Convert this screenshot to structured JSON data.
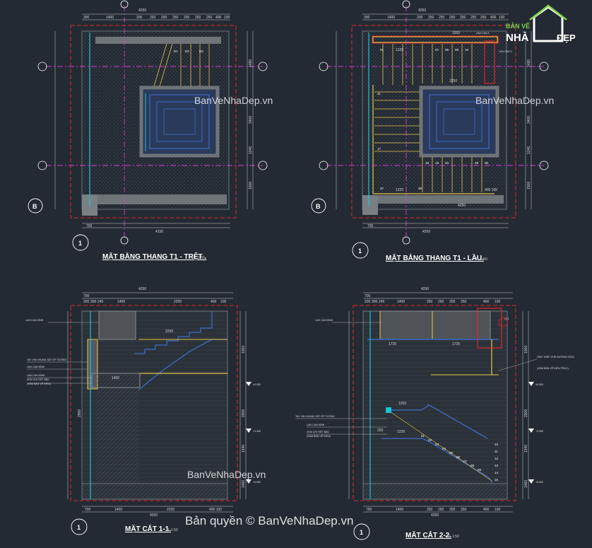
{
  "drawing": {
    "colors": {
      "background": "#232a33",
      "frame": "#e0282d",
      "wall": "#6f7478",
      "axis": "#d63bd6",
      "stair_yellow": "#e7c64a",
      "dim": "#cfcfcf",
      "cyan": "#19c4d4",
      "blue": "#3b6cc6"
    },
    "views": [
      {
        "title": "MẶT BẰNG THANG T1 - TRỆT .",
        "scale": "- TL 1:50",
        "axis_number": "1",
        "axis_letter": "B",
        "dims_top": [
          "300",
          "1400",
          "200",
          "250",
          "250",
          "250",
          "250",
          "250",
          "250",
          "400",
          "100"
        ],
        "overall_top": "4250",
        "overall_bottom": "4150",
        "dim_bottom_left": "700",
        "dims_right": [
          "1480",
          "3400",
          "1240",
          "1500"
        ],
        "step_labels": [
          "D1",
          "D2",
          "D3"
        ]
      },
      {
        "title": "MẶT BẰNG THANG T1 - LẦU.",
        "scale": "- TL 1:50",
        "axis_number": "1",
        "axis_letter": "B",
        "dims_top": [
          "300",
          "1400",
          "200",
          "250",
          "250",
          "250",
          "250",
          "250",
          "250",
          "400",
          "100"
        ],
        "overall_top": "4250",
        "overall_bottom": "4250",
        "dim_bottom_left": "700",
        "dims_right": [
          "1480",
          "3400",
          "1240",
          "1500"
        ],
        "annotations": [
          "LAN CAN 1",
          "LAN CAN 2"
        ],
        "step_labels": [
          "01",
          "07",
          "08",
          "09",
          "10",
          "11",
          "17",
          "18",
          "19",
          "20",
          "29",
          "30",
          "37",
          "38"
        ],
        "inner_dims": [
          "1225",
          "1225",
          "4250",
          "400 100",
          "2250",
          "1920"
        ]
      },
      {
        "title": "MẶT CẮT 1-1.",
        "scale": "- TL 1:50",
        "axis_number": "1",
        "overall_top": "4250",
        "dims_top": [
          "700",
          "200",
          "300",
          "245",
          "1400",
          "2250",
          "400",
          "100"
        ],
        "dims_bottom": [
          "700",
          "1400",
          "2250",
          "400 100"
        ],
        "overall_bottom": "4250",
        "inner_dims": [
          "1400",
          "2250",
          "2900"
        ],
        "dims_right": [
          "1000",
          "2900",
          "1340",
          "1460"
        ],
        "notes": [
          "LAN CAN KÍNH",
          "TAY VỊN KHUNG SẮT ỐP TƯỜNG",
          "LAN CAN KÍNH",
          "LAN CAN KÍNH",
          "XEM CHI TIẾT BẬC",
          "(XEM BẢN VẼ KIẾN)"
        ],
        "levels": [
          "±0.000",
          "+3.300",
          "+6.600"
        ]
      },
      {
        "title": "MẶT CẮT 2-2.",
        "scale": "- TL 1:50",
        "axis_number": "1",
        "overall_top": "4250",
        "dims_top": [
          "700",
          "200",
          "300",
          "245",
          "1400",
          "250",
          "250",
          "250",
          "250",
          "400",
          "100"
        ],
        "dims_bottom": [
          "700",
          "1400",
          "250",
          "250",
          "250",
          "250",
          "400",
          "100"
        ],
        "overall_bottom": "4250",
        "inner_dims": [
          "1725",
          "1725",
          "1200",
          "1225",
          "250"
        ],
        "dims_right": [
          "1000",
          "2900",
          "1340",
          "1460"
        ],
        "detail_tag": "CT1",
        "notes": [
          "LAN CAN KÍNH",
          "TAY VỊN KHUNG SẮT ỐP TƯỜNG",
          "LAN CAN KÍNH",
          "XEM CHI TIẾT BẬC",
          "(XEM BẢN VẼ KIẾN)",
          "ỐNG THÉP CHE ĐƯỜNG GIỮA",
          "(XEM BẢN VẼ KIẾN TRÚC)"
        ],
        "step_labels": [
          "01",
          "02",
          "03",
          "04",
          "05",
          "06",
          "07",
          "08",
          "09",
          "10",
          "11",
          "12",
          "13",
          "14",
          "15"
        ],
        "levels": [
          "±0.000",
          "+3.300",
          "+6.600"
        ]
      }
    ],
    "watermarks": [
      "BanVeNhaDep.vn",
      "BanVeNhaDep.vn",
      "BanVeNhaDep.vn",
      "Bản quyền © BanVeNhaDep.vn"
    ],
    "logo": {
      "line1": "BẢN VẼ",
      "line2": "NHÀ",
      "line3": "ĐẸP"
    }
  }
}
